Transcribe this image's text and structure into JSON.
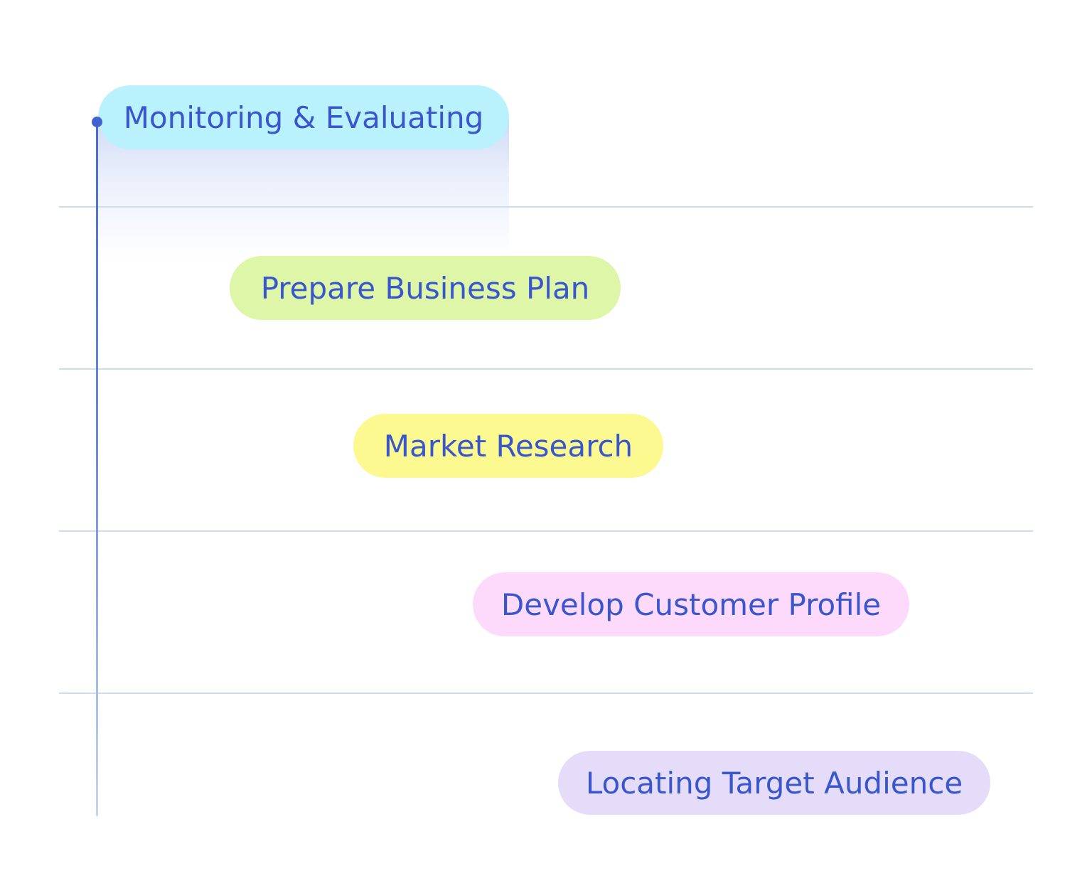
{
  "steps": [
    {
      "label": "Monitoring & Evaluating",
      "color": "#b9f1fc"
    },
    {
      "label": "Prepare Business Plan",
      "color": "#ddf6a8"
    },
    {
      "label": "Market Research",
      "color": "#fbf98f"
    },
    {
      "label": "Develop Customer Profile",
      "color": "#fdd9fb"
    },
    {
      "label": "Locating Target Audience",
      "color": "#e5dcfa"
    }
  ],
  "colors": {
    "text": "#3956cc",
    "timeline": "#4361d1",
    "grid": "#cfdde9"
  }
}
